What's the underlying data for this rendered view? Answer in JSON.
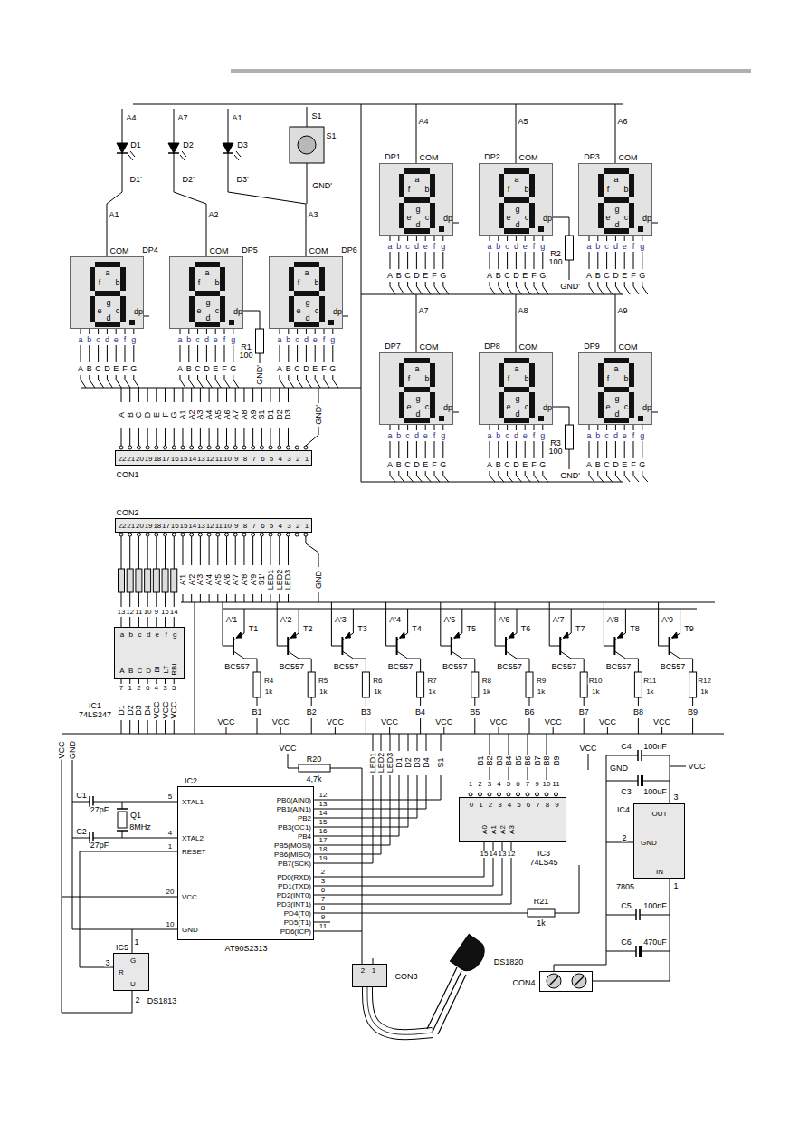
{
  "diagram": {
    "nodes": [
      {
        "text": [
          "DP1",
          "a",
          "f",
          "b",
          "g",
          "e",
          "c",
          "d",
          "dp"
        ]
      },
      {
        "text": [
          "DP2",
          "a",
          "f",
          "b",
          "g",
          "e",
          "c",
          "d",
          "dp"
        ]
      },
      {
        "text": [
          "DP3",
          "a",
          "f",
          "b",
          "g",
          "e",
          "c",
          "d",
          "dp"
        ]
      },
      {
        "text": [
          "DP4",
          "a",
          "f",
          "b",
          "g",
          "e",
          "c",
          "d",
          "dp"
        ]
      },
      {
        "text": [
          "DP5",
          "a",
          "f",
          "b",
          "g",
          "e",
          "c",
          "d",
          "dp"
        ]
      },
      {
        "text": [
          "DP6",
          "a",
          "f",
          "b",
          "g",
          "e",
          "c",
          "d",
          "dp"
        ]
      },
      {
        "text": [
          "DP7",
          "a",
          "f",
          "b",
          "g",
          "e",
          "c",
          "d",
          "dp"
        ]
      },
      {
        "text": [
          "DP8",
          "a",
          "f",
          "b",
          "g",
          "e",
          "c",
          "d",
          "dp"
        ]
      },
      {
        "text": [
          "DP9",
          "a",
          "f",
          "b",
          "g",
          "e",
          "c",
          "d",
          "dp"
        ]
      },
      {
        "text": [
          "CON1",
          "22",
          "21",
          "20",
          "19",
          "18",
          "17",
          "16",
          "15",
          "14",
          "13",
          "12",
          "11",
          "10",
          "9",
          "8",
          "7",
          "6",
          "5",
          "4",
          "3",
          "2",
          "1"
        ]
      },
      {
        "text": [
          "CON2",
          "22",
          "21",
          "20",
          "19",
          "18",
          "17",
          "16",
          "15",
          "14",
          "13",
          "12",
          "11",
          "10",
          "9",
          "8",
          "7",
          "6",
          "5",
          "4",
          "3",
          "2",
          "1"
        ]
      },
      {
        "text": [
          "IC1",
          "74LS247",
          "a",
          "b",
          "c",
          "d",
          "e",
          "f",
          "g",
          "A",
          "B",
          "C",
          "D",
          "BI",
          "LT",
          "RBI"
        ]
      },
      {
        "text": [
          "IC2",
          "XTAL1",
          "XTAL2",
          "RESET",
          "VCC",
          "GND",
          "PB0(AIN0)",
          "PB1(AIN1)",
          "PB2",
          "PB3(OC1)",
          "PB4",
          "PB5(MOSI)",
          "PB6(MISO)",
          "PB7(SCK)",
          "PD0(RXD)",
          "PD1(TXD)",
          "PD2(INT0)",
          "PD3(INT1)",
          "PD4(T0)",
          "PD5(T1)",
          "PD6(ICP)",
          "AT90S2313"
        ]
      },
      {
        "text": [
          "IC3",
          "74LS45",
          "0",
          "1",
          "2",
          "3",
          "4",
          "5",
          "6",
          "7",
          "8",
          "9",
          "A0",
          "A1",
          "A2",
          "A3"
        ]
      },
      {
        "text": [
          "IC4",
          "7805",
          "OUT",
          "GND",
          "IN"
        ]
      },
      {
        "text": [
          "IC5",
          "DS1813",
          "G",
          "R",
          "U"
        ]
      },
      {
        "text": [
          "CON3",
          "2",
          "1"
        ]
      },
      {
        "text": [
          "CON4"
        ]
      }
    ],
    "edges": [
      {
        "from": 12,
        "to": 13,
        "arrow": "none"
      },
      {
        "from": 15,
        "to": 12,
        "arrow": "none"
      },
      {
        "from": 17,
        "to": 14,
        "arrow": "none"
      }
    ],
    "labels": [
      "A4",
      "A7",
      "A1",
      "S1",
      "D1",
      "D2",
      "D3",
      "S1",
      "D1'",
      "D2'",
      "D3'",
      "GND'",
      "A4",
      "COM",
      "a",
      "b",
      "c",
      "d",
      "e",
      "f",
      "g",
      "A",
      "B",
      "C",
      "D",
      "E",
      "F",
      "G",
      "A5",
      "COM",
      "a",
      "b",
      "c",
      "d",
      "e",
      "f",
      "g",
      "A",
      "B",
      "C",
      "D",
      "E",
      "F",
      "G",
      "A6",
      "COM",
      "a",
      "b",
      "c",
      "d",
      "e",
      "f",
      "g",
      "A",
      "B",
      "C",
      "D",
      "E",
      "F",
      "G",
      "A1",
      "COM",
      "a",
      "b",
      "c",
      "d",
      "e",
      "f",
      "g",
      "A",
      "B",
      "C",
      "D",
      "E",
      "F",
      "G",
      "A2",
      "COM",
      "a",
      "b",
      "c",
      "d",
      "e",
      "f",
      "g",
      "A",
      "B",
      "C",
      "D",
      "E",
      "F",
      "G",
      "A3",
      "COM",
      "a",
      "b",
      "c",
      "d",
      "e",
      "f",
      "g",
      "A",
      "B",
      "C",
      "D",
      "E",
      "F",
      "G",
      "A7",
      "COM",
      "a",
      "b",
      "c",
      "d",
      "e",
      "f",
      "g",
      "A",
      "B",
      "C",
      "D",
      "E",
      "F",
      "G",
      "A8",
      "COM",
      "a",
      "b",
      "c",
      "d",
      "e",
      "f",
      "g",
      "A",
      "B",
      "C",
      "D",
      "E",
      "F",
      "G",
      "A9",
      "COM",
      "a",
      "b",
      "c",
      "d",
      "e",
      "f",
      "g",
      "A",
      "B",
      "C",
      "D",
      "E",
      "F",
      "G",
      "R1",
      "100",
      "GND'",
      "R2",
      "100",
      "GND'",
      "R3",
      "100",
      "GND'",
      "A",
      "B",
      "C",
      "D",
      "E",
      "F",
      "G",
      "A1",
      "A2",
      "A3",
      "A4",
      "A5",
      "A6",
      "A7",
      "A8",
      "A9",
      "S1",
      "D1",
      "D2",
      "D3",
      "GND'",
      "A'1",
      "A'2",
      "A'3",
      "A'4",
      "A'5",
      "A'6",
      "A'7",
      "A'8",
      "A'9",
      "S1'",
      "LED1",
      "LED2",
      "LED3",
      "GND",
      "13",
      "12",
      "11",
      "10",
      "9",
      "15",
      "14",
      "7",
      "1",
      "2",
      "6",
      "4",
      "3",
      "5",
      "D1",
      "D2",
      "D3",
      "D4",
      "VCC",
      "VCC",
      "VCC",
      "A'1",
      "T1",
      "BC557",
      "R4",
      "1k",
      "B1",
      "VCC",
      "A'2",
      "T2",
      "BC557",
      "R5",
      "1k",
      "B2",
      "VCC",
      "A'3",
      "T3",
      "BC557",
      "R6",
      "1k",
      "B3",
      "VCC",
      "A'4",
      "T4",
      "BC557",
      "R7",
      "1k",
      "B4",
      "VCC",
      "A'5",
      "T5",
      "BC557",
      "R8",
      "1k",
      "B5",
      "VCC",
      "A'6",
      "T6",
      "BC557",
      "R9",
      "1k",
      "B6",
      "VCC",
      "A'7",
      "T7",
      "BC557",
      "R10",
      "1k",
      "B7",
      "VCC",
      "A'8",
      "T8",
      "BC557",
      "R11",
      "1k",
      "B8",
      "VCC",
      "A'9",
      "T9",
      "BC557",
      "R12",
      "1k",
      "B9",
      "VCC",
      "VCC",
      "GND",
      "VCC",
      "R20",
      "4,7k",
      "LED1",
      "LED2",
      "LED3",
      "D1",
      "D2",
      "D3",
      "D4",
      "S1",
      "5",
      "4",
      "1",
      "20",
      "10",
      "12",
      "13",
      "14",
      "15",
      "16",
      "17",
      "18",
      "19",
      "2",
      "3",
      "6",
      "7",
      "8",
      "9",
      "11",
      "C1",
      "27pF",
      "Q1",
      "8MHz",
      "C2",
      "27pF",
      "B1",
      "B2",
      "B3",
      "B4",
      "B5",
      "B6",
      "B7",
      "B8",
      "B9",
      "1",
      "2",
      "3",
      "4",
      "5",
      "6",
      "7",
      "9",
      "10",
      "11",
      "15",
      "14",
      "13",
      "12",
      "R21",
      "1k",
      "VCC",
      "GND",
      "C4",
      "100nF",
      "VCC",
      "C3",
      "100uF",
      "3",
      "2",
      "1",
      "C5",
      "100nF",
      "C6",
      "470uF",
      "1",
      "3",
      "2",
      "DS1820"
    ]
  }
}
